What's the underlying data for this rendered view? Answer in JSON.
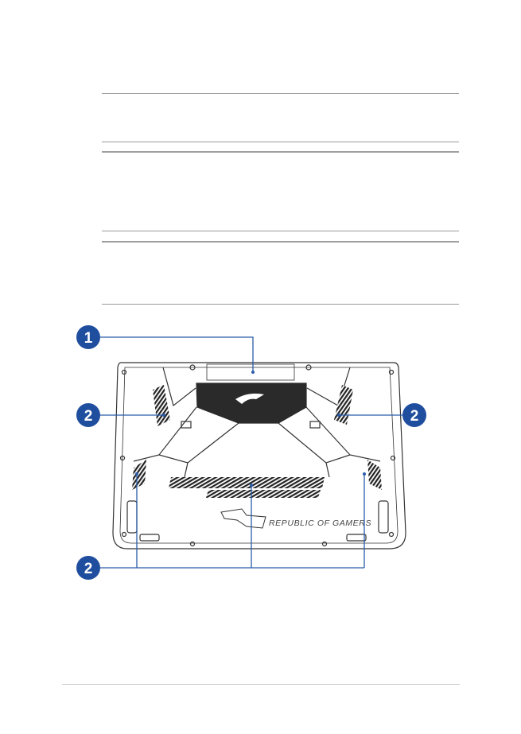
{
  "callouts": {
    "top": "1",
    "left": "2",
    "right": "2",
    "bottom": "2"
  },
  "laptop": {
    "brand_text": "REPUBLIC OF GAMERS"
  },
  "colors": {
    "callout_blue": "#1f4e9e",
    "line_blue": "#2a5cab",
    "outline": "#333333"
  }
}
